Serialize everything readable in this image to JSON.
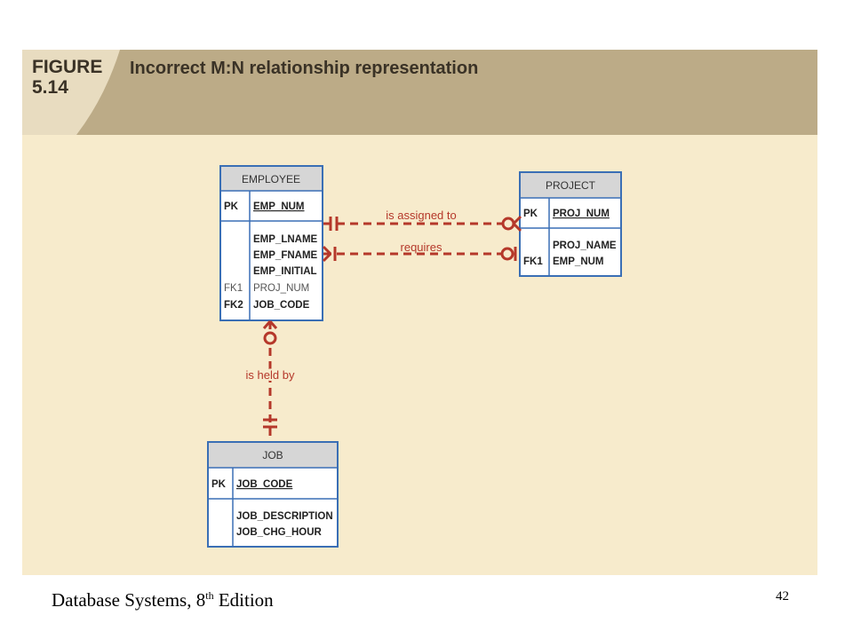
{
  "figure": {
    "label_line1": "FIGURE",
    "label_line2": "5.14",
    "title": "Incorrect M:N relationship representation"
  },
  "entities": {
    "employee": {
      "name": "EMPLOYEE",
      "pk_key": "PK",
      "pk_attr": "EMP_NUM",
      "attrs": [
        "EMP_LNAME",
        "EMP_FNAME",
        "EMP_INITIAL",
        "PROJ_NUM",
        "JOB_CODE"
      ],
      "fk1": "FK1",
      "fk2": "FK2"
    },
    "project": {
      "name": "PROJECT",
      "pk_key": "PK",
      "pk_attr": "PROJ_NUM",
      "attrs": [
        "PROJ_NAME",
        "EMP_NUM"
      ],
      "fk1": "FK1"
    },
    "job": {
      "name": "JOB",
      "pk_key": "PK",
      "pk_attr": "JOB_CODE",
      "attrs": [
        "JOB_DESCRIPTION",
        "JOB_CHG_HOUR"
      ]
    }
  },
  "relationships": {
    "assigned": "is assigned to",
    "requires": "requires",
    "held": "is held by"
  },
  "colors": {
    "panel": "#f7ebcc",
    "header": "#bcab87",
    "entity_border": "#3a6fb5",
    "entity_header": "#d6d6d6",
    "relationship": "#b5382a"
  },
  "footer": {
    "text_main": "Database Systems, 8",
    "text_sup": "th",
    "text_end": " Edition",
    "page": "42"
  }
}
